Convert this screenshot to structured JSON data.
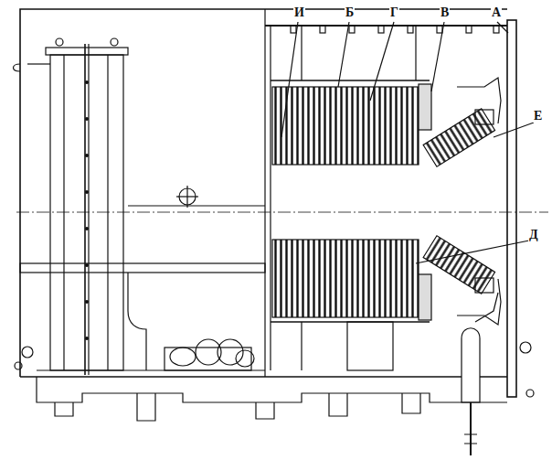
{
  "diagram": {
    "labels": [
      "И",
      "Б",
      "Г",
      "В",
      "А",
      "Е",
      "Д"
    ]
  }
}
